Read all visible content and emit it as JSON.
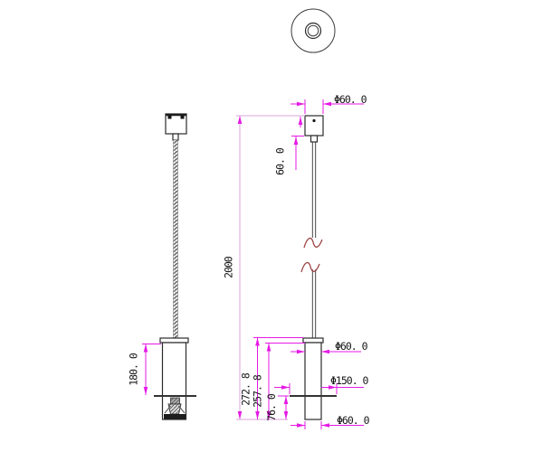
{
  "dimensions": {
    "canopy_diameter": "Φ60. 0",
    "canopy_height": "60. 0",
    "cable_length": "2000",
    "total_height": "272. 8",
    "body_height": "257. 8",
    "body_top_diameter": "Φ60. 0",
    "disc_diameter": "Φ150. 0",
    "disc_to_bottom_height": "76. 0",
    "body_bottom_diameter": "Φ60. 0",
    "side_view_body_height": "180. 0"
  },
  "colors": {
    "dimension_line": "#e51ae5",
    "dimension_line_light": "#d9a3d9",
    "break_mark": "#9c4444",
    "geometry_line": "#2b2b2b",
    "background": "#ffffff"
  }
}
